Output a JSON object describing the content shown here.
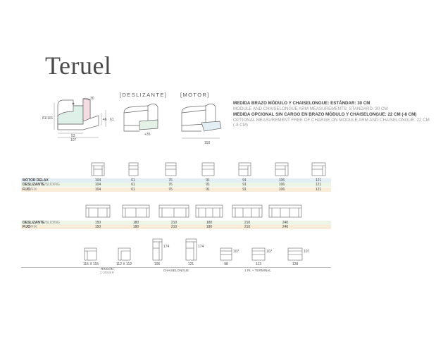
{
  "title": "Teruel",
  "top": {
    "dims": {
      "h1": "81/101",
      "h2": "46",
      "h3": "61",
      "w1": "53",
      "w2": "107",
      "arm": "30"
    },
    "tag_deslizante": "[DESLIZANTE]",
    "tag_motor": "[MOTOR]",
    "extra_deslizante": "+35",
    "extra_motor": "150"
  },
  "notes": {
    "line1_es": "MEDIDA BRAZO MÓDULO Y CHAISELONGUE: ESTÁNDAR: 30 CM",
    "line1_en": "MODULE AND CHAISELONGUE ARM MEASUREMENTS: STANDARD: 30 CM",
    "line2_es": "MEDIDA OPCIONAL SIN CARGO EN BRAZO MÓDULO Y CHAISELONGUE: 22 CM (-8 CM)",
    "line2_en": "OPTIONAL MEASUREMENT FREE OF CHARGE ON MODULE ARM AND CHAISELONGUE: 22 CM (-8 CM)"
  },
  "table1": {
    "rows": [
      {
        "label": "MOTOR RELAX",
        "sub": "",
        "values": [
          "104",
          "61",
          "76",
          "91",
          "91",
          "106",
          "121"
        ],
        "bg": "#e3eff4"
      },
      {
        "label": "DESLIZANTE",
        "sub": "/SLIDING",
        "values": [
          "104",
          "61",
          "76",
          "91",
          "91",
          "106",
          "121"
        ],
        "bg": "#edf5e6"
      },
      {
        "label": "FIJO",
        "sub": "/FIX",
        "values": [
          "104",
          "61",
          "76",
          "91",
          "91",
          "106",
          "121"
        ],
        "bg": "#f8ecd9"
      }
    ]
  },
  "table2": {
    "rows": [
      {
        "label": "DESLIZANTE",
        "sub": "/SLIDING",
        "values": [
          "150",
          "180",
          "210",
          "180",
          "210",
          "240"
        ],
        "bg": "#edf5e6"
      },
      {
        "label": "FIJO",
        "sub": "/FIX",
        "values": [
          "150",
          "180",
          "210",
          "180",
          "210",
          "240"
        ],
        "bg": "#f8ecd9"
      }
    ]
  },
  "table3": {
    "values": [
      "115 X 115",
      "112 X 112",
      "106",
      "121",
      "98",
      "113",
      "128"
    ],
    "side_dims": [
      "174",
      "174",
      "107",
      "107",
      "107"
    ],
    "groups": [
      {
        "es": "RINCÓN",
        "en": "CORNER"
      },
      {
        "es": "CHAISELONGUE",
        "en": ""
      },
      {
        "es": "1 PL + TERMINAL",
        "en": ""
      }
    ]
  },
  "colors": {
    "motor": "#e3eff4",
    "sliding": "#edf5e6",
    "fix": "#f8ecd9",
    "chaise_fill": "#dff0e8",
    "arm_fill": "#f3dde3"
  }
}
